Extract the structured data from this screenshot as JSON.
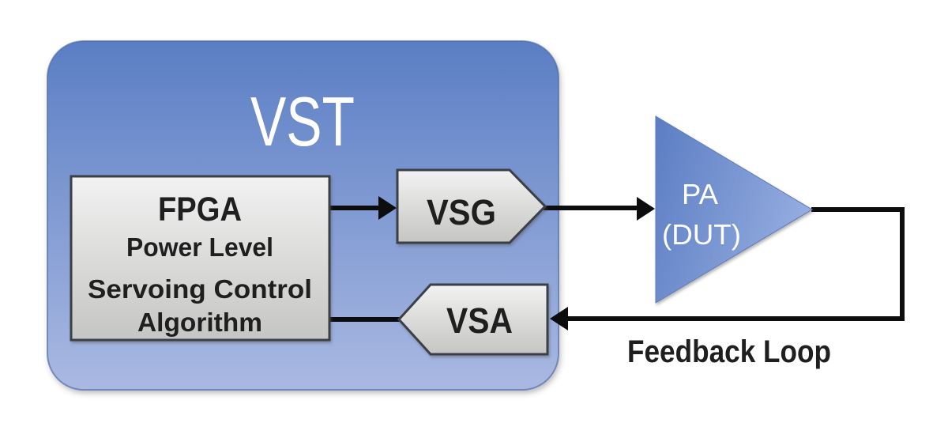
{
  "diagram": {
    "title": "VST",
    "nodes": {
      "fpga": {
        "title": "FPGA",
        "lines": [
          "Power Level",
          "Servoing Control",
          "Algorithm"
        ]
      },
      "vsg": {
        "label": "VSG"
      },
      "vsa": {
        "label": "VSA"
      },
      "pa": {
        "label": "PA",
        "sublabel": "(DUT)"
      }
    },
    "labels": {
      "feedback_loop": "Feedback Loop"
    },
    "colors": {
      "vst_gradient_top": "#5a7ec4",
      "vst_gradient_bottom": "#aab9e2",
      "node_gradient_top": "#f2f2f2",
      "node_gradient_bottom": "#c5c5c3",
      "pa_gradient_left": "#5b7dc3",
      "pa_gradient_right": "#93abdf",
      "node_border": "#3a3f47",
      "connector": "#0d0d0d",
      "text_dark": "#1f1f1f",
      "text_light": "#ffffff"
    }
  }
}
